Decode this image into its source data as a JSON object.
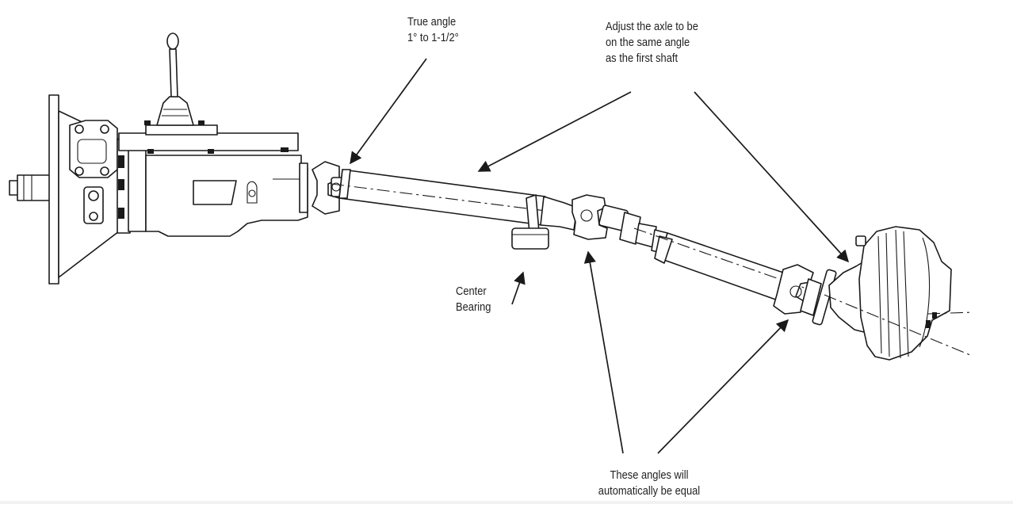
{
  "labels": {
    "true_angle_line1": "True angle",
    "true_angle_line2": "1° to 1-1/2°",
    "adjust_line1": "Adjust the axle to be",
    "adjust_line2": "on the same angle",
    "adjust_line3": "as the first shaft",
    "center_bearing_line1": "Center",
    "center_bearing_line2": "Bearing",
    "equal_line1": "These angles will",
    "equal_line2": "automatically be equal"
  },
  "colors": {
    "line": "#1a1a1a",
    "background": "#ffffff"
  }
}
